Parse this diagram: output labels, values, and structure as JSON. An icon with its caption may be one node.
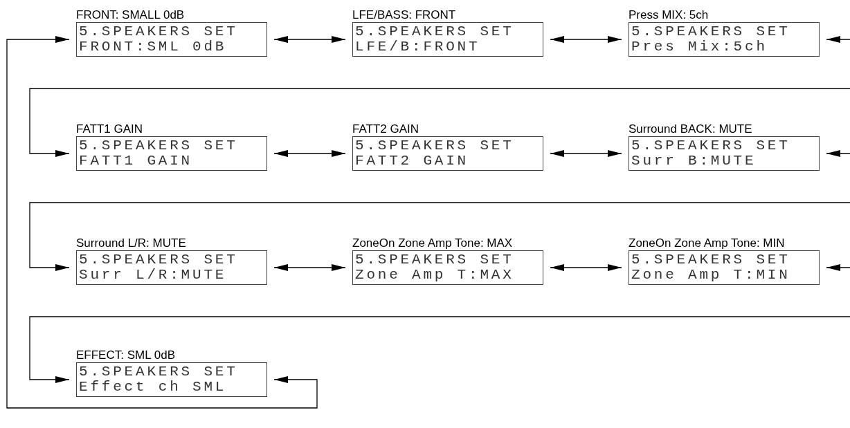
{
  "diagram": {
    "nodes": [
      {
        "text": [
          "FRONT: SMALL 0dB",
          "5.SPEAKERS SET",
          "FRONT:SML 0dB"
        ]
      },
      {
        "text": [
          "LFE/BASS: FRONT",
          "5.SPEAKERS SET",
          "LFE/B:FRONT"
        ]
      },
      {
        "text": [
          "Press MIX: 5ch",
          "5.SPEAKERS SET",
          "Pres Mix:5ch"
        ]
      },
      {
        "text": [
          "FATT1 GAIN",
          "5.SPEAKERS SET",
          "FATT1 GAIN"
        ]
      },
      {
        "text": [
          "FATT2 GAIN",
          "5.SPEAKERS SET",
          "FATT2 GAIN"
        ]
      },
      {
        "text": [
          "Surround BACK: MUTE",
          "5.SPEAKERS SET",
          "Surr B:MUTE"
        ]
      },
      {
        "text": [
          "Surround L/R: MUTE",
          "5.SPEAKERS SET",
          "Surr L/R:MUTE"
        ]
      },
      {
        "text": [
          "ZoneOn Zone Amp Tone: MAX",
          "5.SPEAKERS SET",
          "Zone Amp T:MAX"
        ]
      },
      {
        "text": [
          "ZoneOn Zone Amp Tone: MIN",
          "5.SPEAKERS SET",
          "Zone Amp T:MIN"
        ]
      },
      {
        "text": [
          "EFFECT: SML 0dB",
          "5.SPEAKERS SET",
          "Effect ch SML"
        ]
      }
    ],
    "edges": [
      {
        "from": 0,
        "to": 1,
        "arrow": "both"
      },
      {
        "from": 1,
        "to": 2,
        "arrow": "both"
      },
      {
        "from": null,
        "to": 2,
        "arrow": "to"
      },
      {
        "from": null,
        "to": 3,
        "arrow": "to"
      },
      {
        "from": 3,
        "to": 4,
        "arrow": "both"
      },
      {
        "from": 4,
        "to": 5,
        "arrow": "both"
      },
      {
        "from": null,
        "to": 5,
        "arrow": "to"
      },
      {
        "from": null,
        "to": 6,
        "arrow": "to"
      },
      {
        "from": 6,
        "to": 7,
        "arrow": "both"
      },
      {
        "from": 7,
        "to": 8,
        "arrow": "both"
      },
      {
        "from": null,
        "to": 8,
        "arrow": "to"
      },
      {
        "from": null,
        "to": 9,
        "arrow": "to"
      },
      {
        "from": 9,
        "to": 0,
        "arrow": "both"
      }
    ]
  }
}
